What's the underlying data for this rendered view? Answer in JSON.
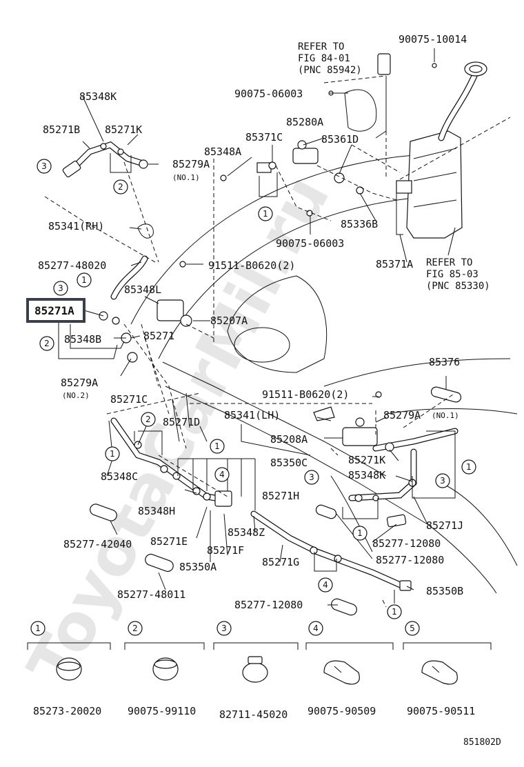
{
  "watermark": "ToyotaCarMil.ru",
  "highlight": "85271A",
  "labels": {
    "p85348K": "85348K",
    "p85271B": "85271B",
    "p85271K_top": "85271K",
    "p85279A_top": "85279A",
    "no1_top": "(NO.1)",
    "p85341RH": "85341(RH)",
    "p85277_48020": "85277-48020",
    "p85348L": "85348L",
    "p85271A": "85271A",
    "p85348B": "85348B",
    "p85271": "85271",
    "p85279A_left": "85279A",
    "no2": "(NO.2)",
    "p85271C": "85271C",
    "p85348C": "85348C",
    "p85348H": "85348H",
    "p85277_42040": "85277-42040",
    "p85271E": "85271E",
    "p85350A": "85350A",
    "p85277_48011": "85277-48011",
    "p85271D": "85271D",
    "p85341LH": "85341(LH)",
    "p85208A": "85208A",
    "p85350C": "85350C",
    "p85271H": "85271H",
    "p85348Z": "85348Z",
    "p85271F": "85271F",
    "p85271G": "85271G",
    "p85277_12080_mid": "85277-12080",
    "p85277_12080_low": "85277-12080",
    "p85277_12080_bot": "85277-12080",
    "p85350B": "85350B",
    "p85376": "85376",
    "p91511_mid": "91511-B0620(2)",
    "p85279A_right": "85279A",
    "no1_right": "(NO.1)",
    "p85271K_right": "85271K",
    "p85348K_right": "85348K",
    "p85271J": "85271J",
    "refer_top_1": "REFER TO",
    "refer_top_2": "FIG 84-01",
    "refer_top_3": "(PNC 85942)",
    "p90075_10014": "90075-10014",
    "p90075_06003_top": "90075-06003",
    "p85280A": "85280A",
    "p85371C": "85371C",
    "p85348A": "85348A",
    "p85361D": "85361D",
    "p85336B": "85336B",
    "p90075_06003_mid": "90075-06003",
    "p85371A": "85371A",
    "refer_right_1": "REFER TO",
    "refer_right_2": "FIG 85-03",
    "refer_right_3": "(PNC 85330)",
    "p91511_top": "91511-B0620(2)",
    "p85207A": "85207A"
  },
  "callouts": {
    "n1": "1",
    "n2": "2",
    "n3": "3",
    "n4": "4",
    "n5": "5"
  },
  "legend": [
    {
      "key": "1",
      "part": "85273-20020"
    },
    {
      "key": "2",
      "part": "90075-99110"
    },
    {
      "key": "3",
      "part": "82711-45020"
    },
    {
      "key": "4",
      "part": "90075-90509"
    },
    {
      "key": "5",
      "part": "90075-90511"
    }
  ],
  "figure_code": "851802D"
}
